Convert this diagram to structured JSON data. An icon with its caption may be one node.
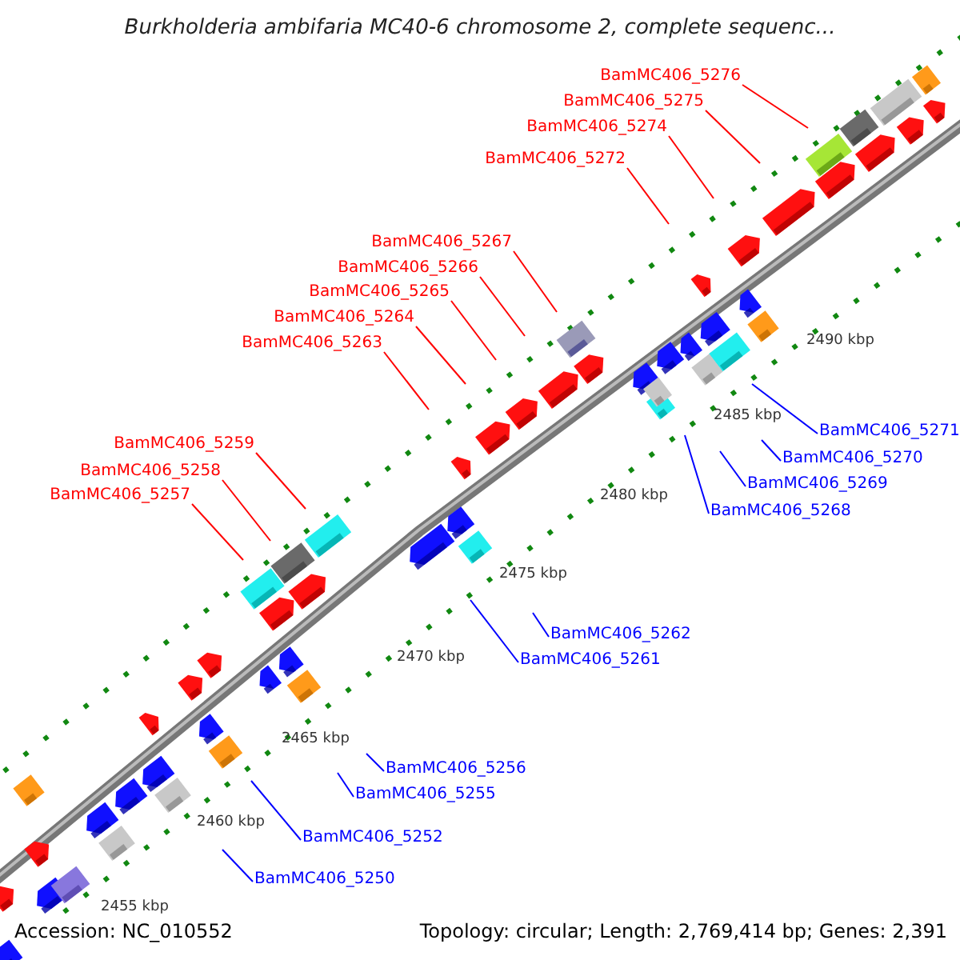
{
  "diagram": {
    "title": "Burkholderia ambifaria MC40-6 chromosome 2, complete sequenc...",
    "nodes": [
      {
        "text": [
          "BamMC406_5276"
        ]
      },
      {
        "text": [
          "BamMC406_5275"
        ]
      },
      {
        "text": [
          "BamMC406_5274"
        ]
      },
      {
        "text": [
          "BamMC406_5272"
        ]
      },
      {
        "text": [
          "BamMC406_5267"
        ]
      },
      {
        "text": [
          "BamMC406_5266"
        ]
      },
      {
        "text": [
          "BamMC406_5265"
        ]
      },
      {
        "text": [
          "BamMC406_5264"
        ]
      },
      {
        "text": [
          "BamMC406_5263"
        ]
      },
      {
        "text": [
          "BamMC406_5271"
        ]
      },
      {
        "text": [
          "BamMC406_5270"
        ]
      },
      {
        "text": [
          "BamMC406_5259"
        ]
      },
      {
        "text": [
          "BamMC406_5269"
        ]
      },
      {
        "text": [
          "BamMC406_5258"
        ]
      },
      {
        "text": [
          "BamMC406_5268"
        ]
      },
      {
        "text": [
          "BamMC406_5257"
        ]
      },
      {
        "text": [
          "BamMC406_5262"
        ]
      },
      {
        "text": [
          "BamMC406_5261"
        ]
      },
      {
        "text": [
          "BamMC406_5256"
        ]
      },
      {
        "text": [
          "BamMC406_5255"
        ]
      },
      {
        "text": [
          "BamMC406_5252"
        ]
      },
      {
        "text": [
          "BamMC406_5250"
        ]
      }
    ],
    "edges": [
      {
        "from": 0,
        "to": null,
        "arrow": "none"
      },
      {
        "from": 1,
        "to": null,
        "arrow": "none"
      },
      {
        "from": 2,
        "to": null,
        "arrow": "none"
      },
      {
        "from": 3,
        "to": null,
        "arrow": "none"
      },
      {
        "from": 4,
        "to": null,
        "arrow": "none"
      },
      {
        "from": 5,
        "to": null,
        "arrow": "none"
      },
      {
        "from": 6,
        "to": null,
        "arrow": "none"
      },
      {
        "from": 7,
        "to": null,
        "arrow": "none"
      },
      {
        "from": 8,
        "to": null,
        "arrow": "none"
      },
      {
        "from": 9,
        "to": null,
        "arrow": "none",
        "color": "#0000ff"
      },
      {
        "from": 10,
        "to": null,
        "arrow": "none",
        "color": "#0000ff"
      },
      {
        "from": 11,
        "to": null,
        "arrow": "none"
      },
      {
        "from": 12,
        "to": null,
        "arrow": "none",
        "color": "#0000ff"
      },
      {
        "from": 13,
        "to": null,
        "arrow": "none"
      },
      {
        "from": 14,
        "to": null,
        "arrow": "none",
        "color": "#0000ff"
      },
      {
        "from": 15,
        "to": null,
        "arrow": "none"
      },
      {
        "from": 16,
        "to": null,
        "arrow": "none",
        "color": "#0000ff"
      },
      {
        "from": 17,
        "to": null,
        "arrow": "none",
        "color": "#0000ff"
      },
      {
        "from": 18,
        "to": null,
        "arrow": "none",
        "color": "#0000ff"
      },
      {
        "from": 19,
        "to": null,
        "arrow": "none",
        "color": "#0000ff"
      },
      {
        "from": 20,
        "to": null,
        "arrow": "none",
        "color": "#0000ff"
      },
      {
        "from": 21,
        "to": null,
        "arrow": "none",
        "color": "#0000ff"
      }
    ],
    "labels": [
      "2490 kbp",
      "2485 kbp",
      "2480 kbp",
      "2475 kbp",
      "2470 kbp",
      "2465 kbp",
      "2460 kbp",
      "2455 kbp",
      "Accession: NC_010552",
      "Topology: circular; Length: 2,769,414 bp; Genes: 2,391"
    ]
  }
}
